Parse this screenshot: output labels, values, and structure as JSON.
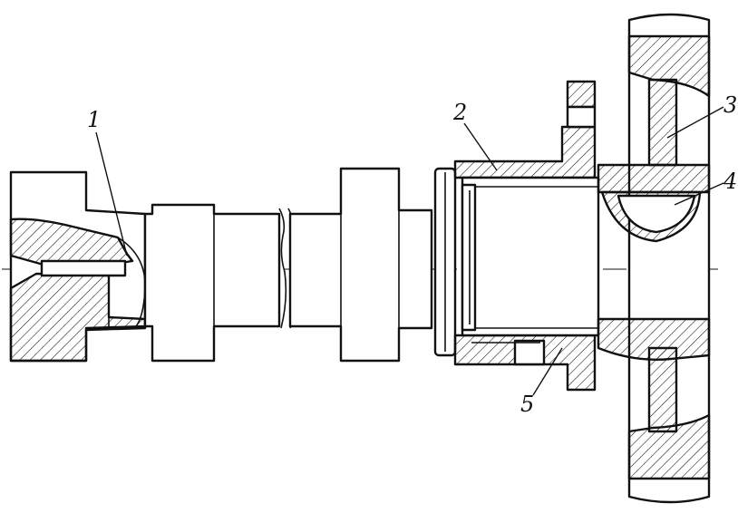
{
  "figure": {
    "callouts": [
      {
        "id": "part-1",
        "text": "1"
      },
      {
        "id": "part-2",
        "text": "2"
      },
      {
        "id": "part-3",
        "text": "3"
      },
      {
        "id": "part-4",
        "text": "4"
      },
      {
        "id": "part-5",
        "text": "5"
      }
    ]
  }
}
